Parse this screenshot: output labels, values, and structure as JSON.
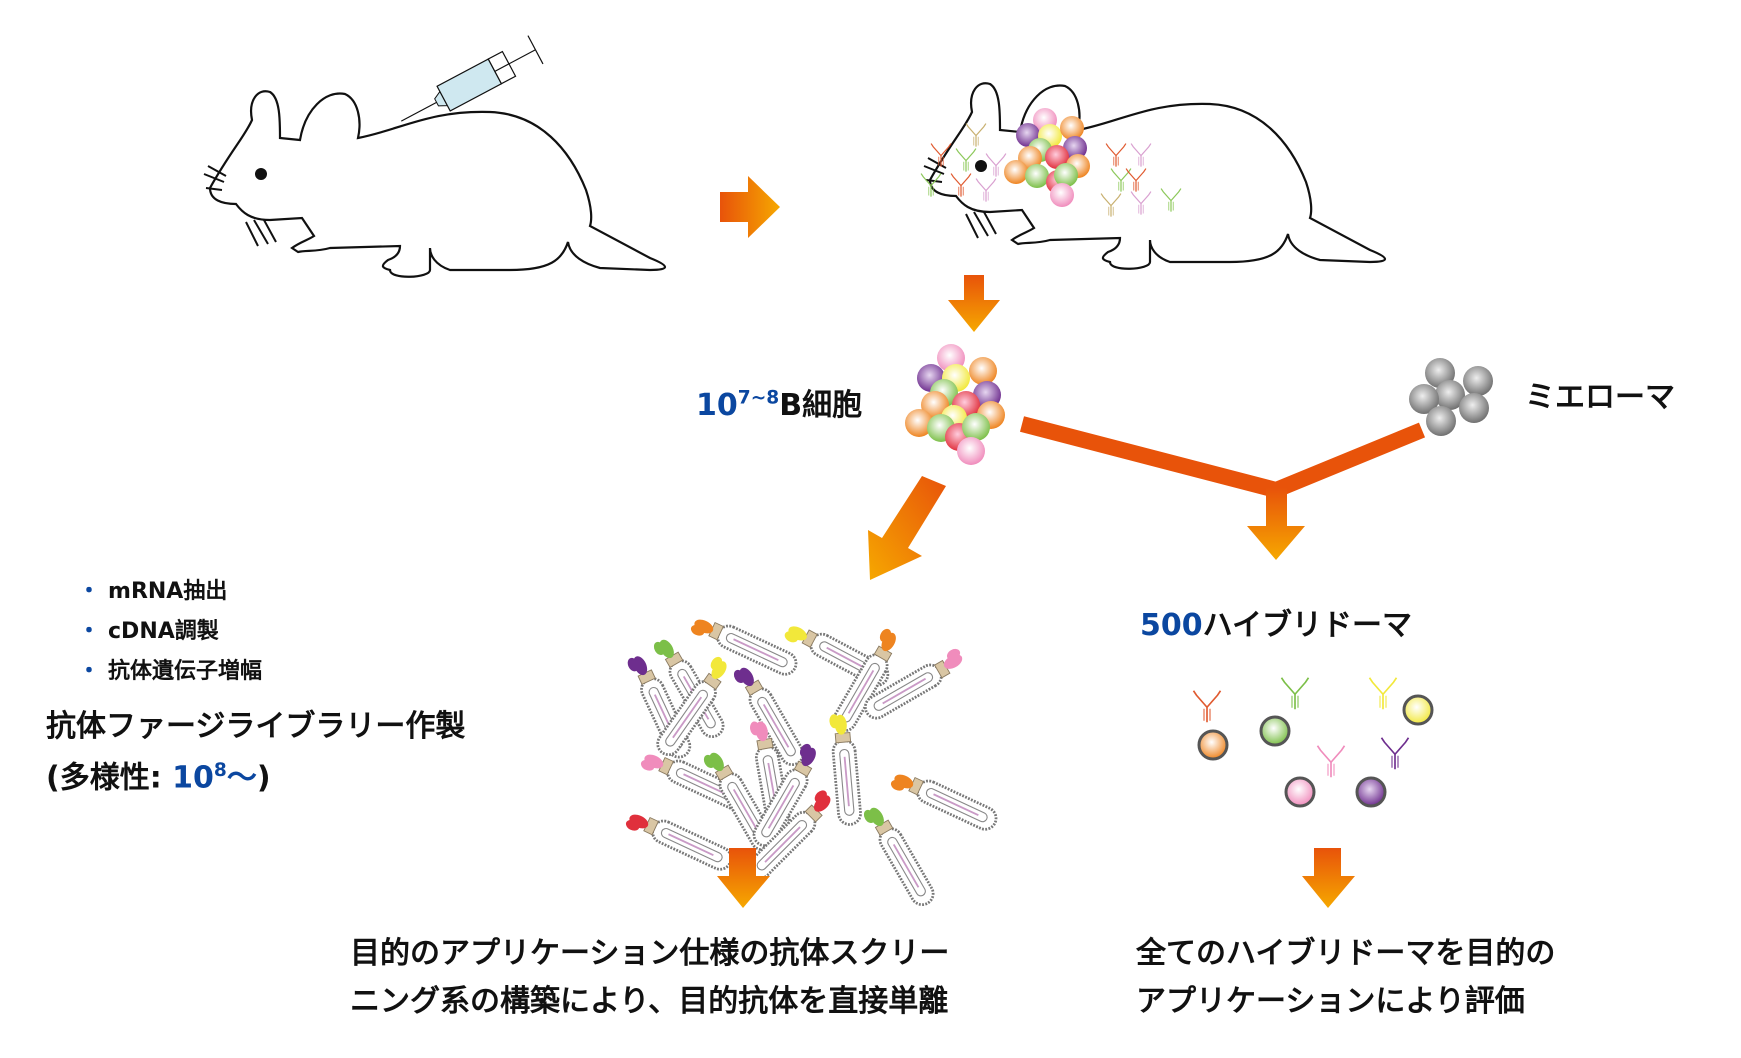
{
  "colors": {
    "accent_blue": "#0b47a0",
    "arrow_start": "#e8530a",
    "arrow_end": "#f6a800",
    "syringe_fill": "#cfe8f0",
    "outline": "#111111"
  },
  "cell_colors": {
    "pink": "#f08cbc",
    "purple": "#7a3a9a",
    "yellow": "#f6ef5a",
    "orange": "#f08a2a",
    "green": "#8cc85a",
    "red": "#e8404a",
    "gray": "#8a8a8a"
  },
  "labels": {
    "bcell_count_base": "10",
    "bcell_count_exp": "7~8",
    "bcell_name": "B細胞",
    "myeloma": "ミエローマ",
    "hybridoma_count": "500",
    "hybridoma_name": "ハイブリドーマ"
  },
  "steps": [
    {
      "bullet": "・",
      "text": "mRNA抽出"
    },
    {
      "bullet": "・",
      "text": "cDNA調製"
    },
    {
      "bullet": "・",
      "text": "抗体遺伝子増幅"
    }
  ],
  "library": {
    "title": "抗体ファージライブラリー作製",
    "diversity_prefix": "(多様性: ",
    "diversity_base": "10",
    "diversity_exp": "8",
    "diversity_suffix_blue": "〜",
    "diversity_close": ")"
  },
  "results": {
    "phage_line1": "目的のアプリケーション仕様の抗体スクリー",
    "phage_line2": "ニング系の構築により、目的抗体を直接単離",
    "hybridoma_line1": "全てのハイブリドーマを目的の",
    "hybridoma_line2": "アプリケーションにより評価"
  },
  "icons": {
    "mouse": "mouse-icon",
    "syringe": "syringe-icon",
    "bcell_cluster": "b-cell-cluster-icon",
    "myeloma_cluster": "myeloma-cluster-icon",
    "phage": "phage-icon",
    "antibody": "antibody-icon",
    "hybridoma": "hybridoma-cell-icon",
    "arrow": "arrow-icon"
  }
}
